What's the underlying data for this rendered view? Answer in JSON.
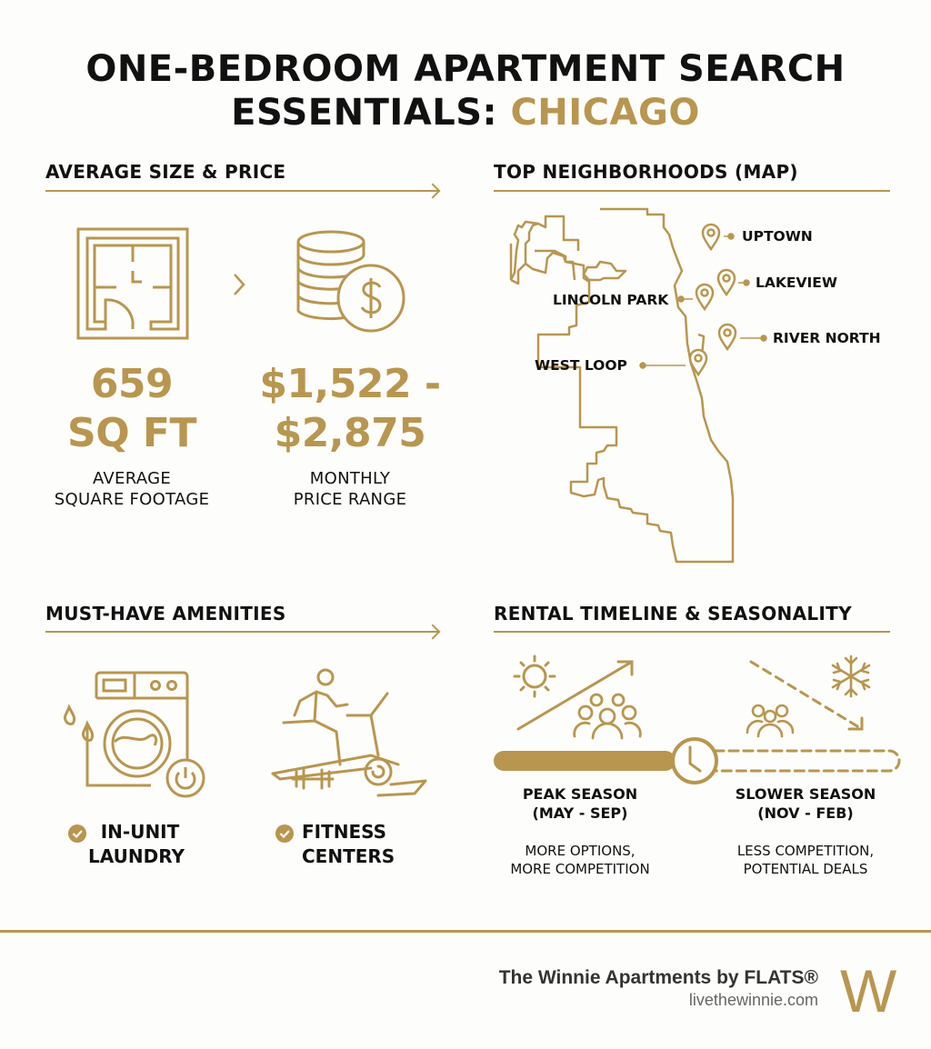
{
  "header": {
    "title_line1": "ONE-BEDROOM APARTMENT SEARCH",
    "title_line2_prefix": "ESSENTIALS: ",
    "title_line2_accent": "CHICAGO"
  },
  "colors": {
    "accent": "#b8964f",
    "text": "#111111",
    "background": "#fdfdfb"
  },
  "size_price": {
    "heading": "AVERAGE SIZE & PRICE",
    "size": {
      "icon": "floor-plan-icon",
      "value_line1": "659",
      "value_line2": "SQ FT",
      "caption_line1": "AVERAGE",
      "caption_line2": "SQUARE FOOTAGE"
    },
    "price": {
      "icon": "coins-dollar-icon",
      "value_line1": "$1,522 -",
      "value_line2": "$2,875",
      "caption_line1": "MONTHLY",
      "caption_line2": "PRICE RANGE"
    },
    "separator_icon": "chevron-right-icon"
  },
  "neighborhoods": {
    "heading": "TOP NEIGHBORHOODS (MAP)",
    "map_icon": "chicago-outline-map",
    "pins": [
      {
        "label": "UPTOWN"
      },
      {
        "label": "LAKEVIEW"
      },
      {
        "label": "LINCOLN PARK"
      },
      {
        "label": "RIVER NORTH"
      },
      {
        "label": "WEST LOOP"
      }
    ]
  },
  "amenities": {
    "heading": "MUST-HAVE AMENITIES",
    "items": [
      {
        "icon": "washing-machine-icon",
        "line1": "IN-UNIT",
        "line2": "LAUNDRY"
      },
      {
        "icon": "treadmill-runner-icon",
        "line1": "FITNESS",
        "line2": "CENTERS"
      }
    ]
  },
  "timeline": {
    "heading": "RENTAL TIMELINE & SEASONALITY",
    "peak": {
      "icon": "sun-icon",
      "title_line1": "PEAK SEASON",
      "title_line2": "(MAY - SEP)",
      "desc_line1": "MORE OPTIONS,",
      "desc_line2": "MORE COMPETITION"
    },
    "slow": {
      "icon": "snowflake-icon",
      "title_line1": "SLOWER SEASON",
      "title_line2": "(NOV - FEB)",
      "desc_line1": "LESS COMPETITION,",
      "desc_line2": "POTENTIAL DEALS"
    }
  },
  "footer": {
    "brand": "The Winnie Apartments by FLATS®",
    "website": "livethewinnie.com",
    "logo_letter": "W"
  }
}
